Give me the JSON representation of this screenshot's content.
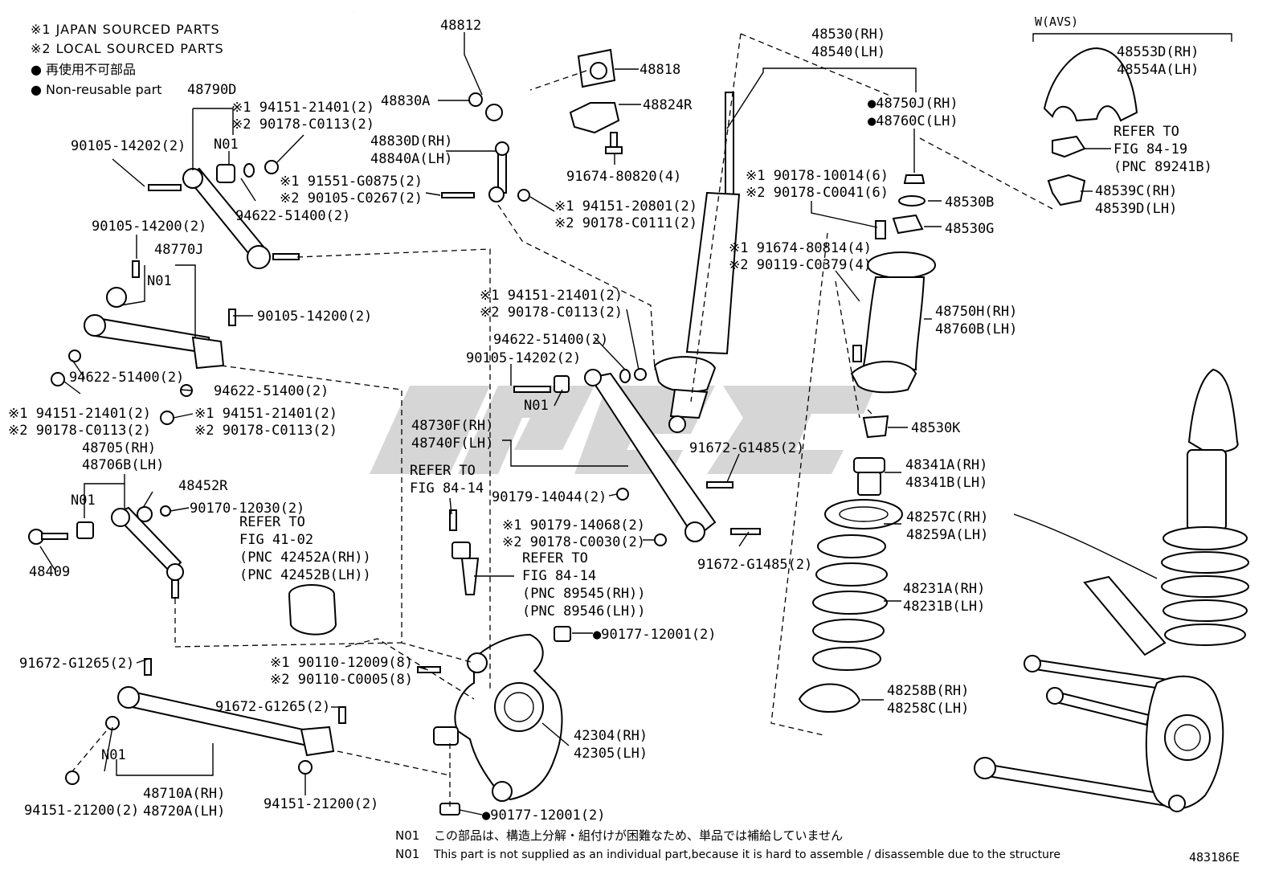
{
  "header": {
    "legend": [
      "※1 JAPAN SOURCED PARTS",
      "※2 LOCAL SOURCED PARTS",
      "● 再使用不可部品",
      "● Non-reusable part"
    ],
    "variant_label": "W(AVS)"
  },
  "callouts": {
    "c48790d": "48790D",
    "c48812": "48812",
    "c48818": "48818",
    "c48824r": "48824R",
    "c48830a": "48830A",
    "c48830d": "48830D(RH)",
    "c48840a": "48840A(LH)",
    "c91674_80820": "91674-80820(4)",
    "c48530rh": "48530(RH)",
    "c48540lh": "48540(LH)",
    "c48750j": "●48750J(RH)",
    "c48760c": "●48760C(LH)",
    "c48553d": "48553D(RH)",
    "c48554a": "48554A(LH)",
    "refer_84_19_a": "REFER TO",
    "refer_84_19_b": "FIG 84-19",
    "refer_84_19_c": "(PNC 89241B)",
    "c48539c": "48539C(RH)",
    "c48539d": "48539D(LH)",
    "c94151_21401_a": "※1 94151-21401(2)",
    "c90178_c0113_a": "※2 90178-C0113(2)",
    "n01_a": "N01",
    "c90105_14202_a": "90105-14202(2)",
    "c91551_g0875": "※1 91551-G0875(2)",
    "c90105_c0267": "※2 90105-C0267(2)",
    "c94622_51400_a": "94622-51400(2)",
    "c94151_20801": "※1 94151-20801(2)",
    "c90178_c0111": "※2 90178-C0111(2)",
    "c90178_10014": "※1 90178-10014(6)",
    "c90178_c0041": "※2 90178-C0041(6)",
    "c48530b": "48530B",
    "c48530g": "48530G",
    "c90105_14200_a": "90105-14200(2)",
    "c48770j": "48770J",
    "n01_b": "N01",
    "c91674_80814": "※1 91674-80814(4)",
    "c90119_c0379": "※2 90119-C0379(4)",
    "c90105_14200_b": "90105-14200(2)",
    "c94151_21401_b": "※1 94151-21401(2)",
    "c90178_c0113_b": "※2 90178-C0113(2)",
    "c94622_51400_b": "94622-51400(2)",
    "c90105_14202_b": "90105-14202(2)",
    "c48750h": "48750H(RH)",
    "c48760b": "48760B(LH)",
    "c94622_51400_c": "94622-51400(2)",
    "c94622_51400_d": "94622-51400(2)",
    "c94151_21401_c": "※1 94151-21401(2)",
    "c90178_c0113_c": "※2 90178-C0113(2)",
    "c94151_21401_d": "※1 94151-21401(2)",
    "c90178_c0113_d": "※2 90178-C0113(2)",
    "n01_c": "N01",
    "c48730f": "48730F(RH)",
    "c48740f": "48740F(LH)",
    "c48530k": "48530K",
    "c48705": "48705(RH)",
    "c48706b": "48706B(LH)",
    "c48452r": "48452R",
    "refer_84_14_a1": "REFER TO",
    "refer_84_14_a2": "FIG 84-14",
    "c91672_g1485_a": "91672-G1485(2)",
    "c48341a": "48341A(RH)",
    "c48341b": "48341B(LH)",
    "n01_d": "N01",
    "c90170_12030": "90170-12030(2)",
    "c90179_14044": "90179-14044(2)",
    "refer_41_02_a": "REFER TO",
    "refer_41_02_b": "FIG 41-02",
    "refer_41_02_c": "(PNC 42452A(RH))",
    "refer_41_02_d": "(PNC 42452B(LH))",
    "c48257c": "48257C(RH)",
    "c48259a": "48259A(LH)",
    "c90179_14068": "※1 90179-14068(2)",
    "c90178_c0030": "※2 90178-C0030(2)",
    "c48409": "48409",
    "c91672_g1485_b": "91672-G1485(2)",
    "refer_84_14_b1": "REFER TO",
    "refer_84_14_b2": "FIG 84-14",
    "refer_84_14_b3": "(PNC 89545(RH))",
    "refer_84_14_b4": "(PNC 89546(LH))",
    "c48231a": "48231A(RH)",
    "c48231b": "48231B(LH)",
    "c90177_12001_a": "●90177-12001(2)",
    "c91672_g1265_a": "91672-G1265(2)",
    "c90110_12009": "※1 90110-12009(8)",
    "c90110_c0005": "※2 90110-C0005(8)",
    "c48258b": "48258B(RH)",
    "c48258c": "48258C(LH)",
    "c91672_g1265_b": "91672-G1265(2)",
    "c42304": "42304(RH)",
    "c42305": "42305(LH)",
    "n01_e": "N01",
    "c48710a": "48710A(RH)",
    "c48720a": "48720A(LH)",
    "c94151_21200_b": "94151-21200(2)",
    "c94151_21200_a": "94151-21200(2)",
    "c90177_12001_b": "●90177-12001(2)"
  },
  "footer": {
    "n01_ja_tag": "N01",
    "n01_ja_text": "この部品は、構造上分解・組付けが困難なため、単品では補給していません",
    "n01_en_tag": "N01",
    "n01_en_text": "This part is not supplied as an individual part,because it is hard to assemble / disassemble due to the structure",
    "figure_id": "483186E"
  },
  "colors": {
    "ink": "#000000",
    "paper": "#ffffff",
    "watermark": "#cfcfcf"
  }
}
